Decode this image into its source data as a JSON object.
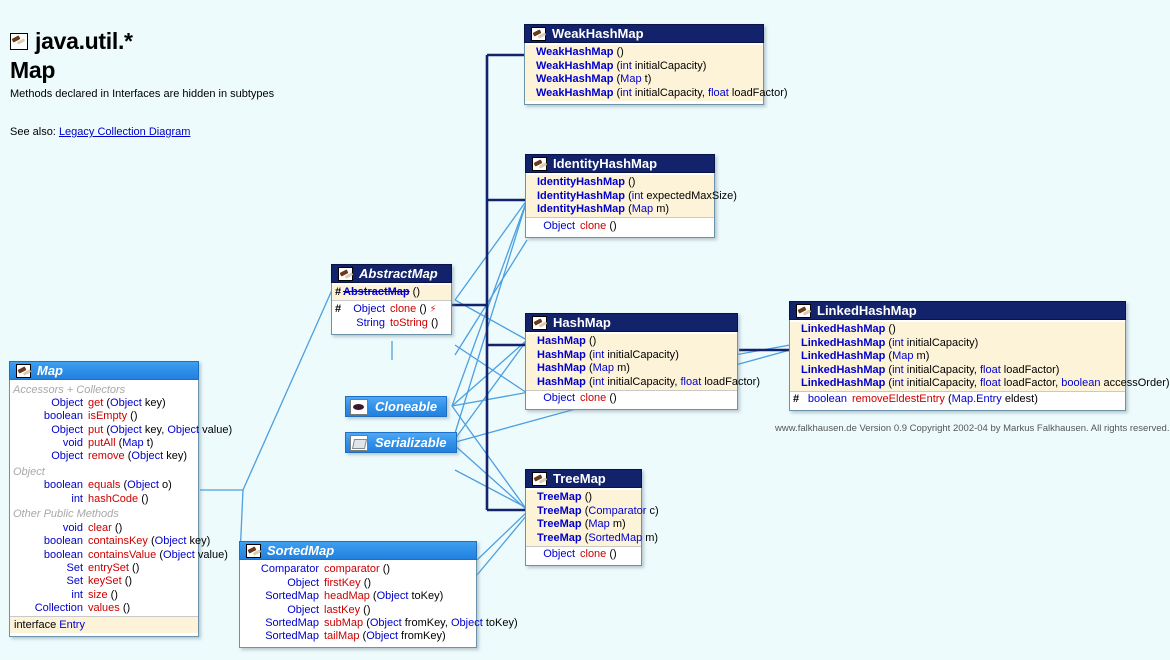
{
  "header": {
    "icon": "hammer-icon",
    "package": "java.util.*",
    "class": "Map",
    "subtitle": "Methods declared in Interfaces are hidden in subtypes",
    "see_also_label": "See also:",
    "see_also_link": "Legacy Collection Diagram"
  },
  "copyright": "www.falkhausen.de Version 0.9 Copyright 2002-04 by Markus Falkhausen. All rights reserved.",
  "colors": {
    "background": "#edfbfd",
    "class_header": "#13236b",
    "interface_header": "#2f8fe8",
    "ctor_band": "#fdf3d8",
    "edge_line": "#4d9fe0",
    "inherit_line": "#13236b",
    "type_text": "#0000cc",
    "method_text": "#cc0000",
    "group_text": "#a8a8a8"
  },
  "boxes": {
    "map": {
      "name": "Map",
      "kind": "interface",
      "icon": "hammer-icon",
      "groups": [
        {
          "label": "Accessors + Collectors",
          "rows": [
            {
              "vis": "",
              "rtype": "Object",
              "mname": "get",
              "params": [
                {
                  "t": "Object",
                  "n": "key"
                }
              ]
            },
            {
              "vis": "",
              "rtype": "boolean",
              "mname": "isEmpty",
              "params": []
            },
            {
              "vis": "",
              "rtype": "Object",
              "mname": "put",
              "params": [
                {
                  "t": "Object",
                  "n": "key"
                },
                {
                  "t": "Object",
                  "n": "value"
                }
              ]
            },
            {
              "vis": "",
              "rtype": "void",
              "mname": "putAll",
              "params": [
                {
                  "t": "Map",
                  "n": "t"
                }
              ]
            },
            {
              "vis": "",
              "rtype": "Object",
              "mname": "remove",
              "params": [
                {
                  "t": "Object",
                  "n": "key"
                }
              ]
            }
          ]
        },
        {
          "label": "Object",
          "rows": [
            {
              "vis": "",
              "rtype": "boolean",
              "mname": "equals",
              "params": [
                {
                  "t": "Object",
                  "n": "o"
                }
              ]
            },
            {
              "vis": "",
              "rtype": "int",
              "mname": "hashCode",
              "params": []
            }
          ]
        },
        {
          "label": "Other Public Methods",
          "rows": [
            {
              "vis": "",
              "rtype": "void",
              "mname": "clear",
              "params": []
            },
            {
              "vis": "",
              "rtype": "boolean",
              "mname": "containsKey",
              "params": [
                {
                  "t": "Object",
                  "n": "key"
                }
              ]
            },
            {
              "vis": "",
              "rtype": "boolean",
              "mname": "containsValue",
              "params": [
                {
                  "t": "Object",
                  "n": "value"
                }
              ]
            },
            {
              "vis": "",
              "rtype": "Set",
              "mname": "entrySet",
              "params": []
            },
            {
              "vis": "",
              "rtype": "Set",
              "mname": "keySet",
              "params": []
            },
            {
              "vis": "",
              "rtype": "int",
              "mname": "size",
              "params": []
            },
            {
              "vis": "",
              "rtype": "Collection",
              "mname": "values",
              "params": []
            }
          ]
        }
      ],
      "footer": {
        "keyword": "interface",
        "name": "Entry"
      }
    },
    "sortedmap": {
      "name": "SortedMap",
      "kind": "interface",
      "icon": "hammer-icon",
      "groups": [
        {
          "label": "",
          "rows": [
            {
              "vis": "",
              "rtype": "Comparator",
              "mname": "comparator",
              "params": []
            },
            {
              "vis": "",
              "rtype": "Object",
              "mname": "firstKey",
              "params": []
            },
            {
              "vis": "",
              "rtype": "SortedMap",
              "mname": "headMap",
              "params": [
                {
                  "t": "Object",
                  "n": "toKey"
                }
              ]
            },
            {
              "vis": "",
              "rtype": "Object",
              "mname": "lastKey",
              "params": []
            },
            {
              "vis": "",
              "rtype": "SortedMap",
              "mname": "subMap",
              "params": [
                {
                  "t": "Object",
                  "n": "fromKey"
                },
                {
                  "t": "Object",
                  "n": "toKey"
                }
              ]
            },
            {
              "vis": "",
              "rtype": "SortedMap",
              "mname": "tailMap",
              "params": [
                {
                  "t": "Object",
                  "n": "fromKey"
                }
              ]
            }
          ]
        }
      ]
    },
    "abstractmap": {
      "name": "AbstractMap",
      "kind": "abstract-class",
      "icon": "hammer-icon",
      "ctors": [
        {
          "vis": "#",
          "mname": "AbstractMap",
          "strike": true,
          "params": []
        }
      ],
      "methods": [
        {
          "vis": "#",
          "rtype": "Object",
          "mname": "clone",
          "params": [],
          "bolt": true
        },
        {
          "vis": "",
          "rtype": "String",
          "mname": "toString",
          "params": []
        }
      ]
    },
    "weakhashmap": {
      "name": "WeakHashMap",
      "kind": "class",
      "icon": "hammer-icon",
      "ctors": [
        {
          "vis": "",
          "mname": "WeakHashMap",
          "params": []
        },
        {
          "vis": "",
          "mname": "WeakHashMap",
          "params": [
            {
              "t": "int",
              "n": "initialCapacity"
            }
          ]
        },
        {
          "vis": "",
          "mname": "WeakHashMap",
          "params": [
            {
              "t": "Map",
              "n": "t"
            }
          ]
        },
        {
          "vis": "",
          "mname": "WeakHashMap",
          "params": [
            {
              "t": "int",
              "n": "initialCapacity"
            },
            {
              "t": "float",
              "n": "loadFactor"
            }
          ]
        }
      ],
      "methods": []
    },
    "identityhashmap": {
      "name": "IdentityHashMap",
      "kind": "class",
      "icon": "hammer-icon",
      "ctors": [
        {
          "vis": "",
          "mname": "IdentityHashMap",
          "params": []
        },
        {
          "vis": "",
          "mname": "IdentityHashMap",
          "params": [
            {
              "t": "int",
              "n": "expectedMaxSize"
            }
          ]
        },
        {
          "vis": "",
          "mname": "IdentityHashMap",
          "params": [
            {
              "t": "Map",
              "n": "m"
            }
          ]
        }
      ],
      "methods": [
        {
          "vis": "",
          "rtype": "Object",
          "mname": "clone",
          "params": []
        }
      ]
    },
    "hashmap": {
      "name": "HashMap",
      "kind": "class",
      "icon": "hammer-icon",
      "ctors": [
        {
          "vis": "",
          "mname": "HashMap",
          "params": []
        },
        {
          "vis": "",
          "mname": "HashMap",
          "params": [
            {
              "t": "int",
              "n": "initialCapacity"
            }
          ]
        },
        {
          "vis": "",
          "mname": "HashMap",
          "params": [
            {
              "t": "Map",
              "n": "m"
            }
          ]
        },
        {
          "vis": "",
          "mname": "HashMap",
          "params": [
            {
              "t": "int",
              "n": "initialCapacity"
            },
            {
              "t": "float",
              "n": "loadFactor"
            }
          ]
        }
      ],
      "methods": [
        {
          "vis": "",
          "rtype": "Object",
          "mname": "clone",
          "params": []
        }
      ]
    },
    "linkedhashmap": {
      "name": "LinkedHashMap",
      "kind": "class",
      "icon": "hammer-icon",
      "ctors": [
        {
          "vis": "",
          "mname": "LinkedHashMap",
          "params": []
        },
        {
          "vis": "",
          "mname": "LinkedHashMap",
          "params": [
            {
              "t": "int",
              "n": "initialCapacity"
            }
          ]
        },
        {
          "vis": "",
          "mname": "LinkedHashMap",
          "params": [
            {
              "t": "Map",
              "n": "m"
            }
          ]
        },
        {
          "vis": "",
          "mname": "LinkedHashMap",
          "params": [
            {
              "t": "int",
              "n": "initialCapacity"
            },
            {
              "t": "float",
              "n": "loadFactor"
            }
          ]
        },
        {
          "vis": "",
          "mname": "LinkedHashMap",
          "params": [
            {
              "t": "int",
              "n": "initialCapacity"
            },
            {
              "t": "float",
              "n": "loadFactor"
            },
            {
              "t": "boolean",
              "n": "accessOrder"
            }
          ]
        }
      ],
      "methods": [
        {
          "vis": "#",
          "rtype": "boolean",
          "mname": "removeEldestEntry",
          "params": [
            {
              "t": "Map.Entry",
              "n": "eldest"
            }
          ]
        }
      ]
    },
    "treemap": {
      "name": "TreeMap",
      "kind": "class",
      "icon": "hammer-icon",
      "ctors": [
        {
          "vis": "",
          "mname": "TreeMap",
          "params": []
        },
        {
          "vis": "",
          "mname": "TreeMap",
          "params": [
            {
              "t": "Comparator",
              "n": "c"
            }
          ]
        },
        {
          "vis": "",
          "mname": "TreeMap",
          "params": [
            {
              "t": "Map",
              "n": "m"
            }
          ]
        },
        {
          "vis": "",
          "mname": "TreeMap",
          "params": [
            {
              "t": "SortedMap",
              "n": "m"
            }
          ]
        }
      ],
      "methods": [
        {
          "vis": "",
          "rtype": "Object",
          "mname": "clone",
          "params": []
        }
      ]
    }
  },
  "chips": [
    {
      "id": "cloneable",
      "label": "Cloneable",
      "icon": "cloneable-icon"
    },
    {
      "id": "serializable",
      "label": "Serializable",
      "icon": "serializable-icon"
    }
  ]
}
